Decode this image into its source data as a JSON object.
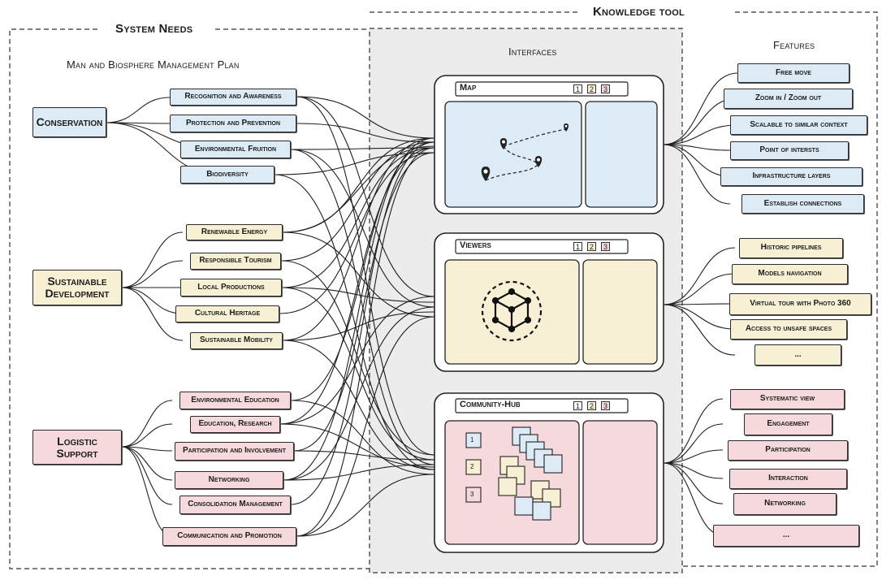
{
  "sections": {
    "system_needs": "System Needs",
    "knowledge_tool": "Knowledge tool",
    "management_plan": "Man and Biosphere Management Plan",
    "interfaces": "Interfaces",
    "features": "Features"
  },
  "groups": {
    "conservation": "Conservation",
    "sustainable": "Sustainable Development",
    "logistic": "Logistic Support"
  },
  "needs": {
    "conservation": [
      "Recognition and Awareness",
      "Protection and Prevention",
      "Environmental Fruition",
      "Biodiversity"
    ],
    "sustainable": [
      "Renewable Energy",
      "Responsible Tourism",
      "Local Productions",
      "Cultural Heritage",
      "Sustainable Mobility"
    ],
    "logistic": [
      "Environmental Education",
      "Education, Research",
      "Participation and Involvement",
      "Networking",
      "Consolidation Management",
      "Communication and Promotion"
    ]
  },
  "interfaces": [
    {
      "title": "Map",
      "tabs": [
        "1",
        "2",
        "3"
      ]
    },
    {
      "title": "Viewers",
      "tabs": [
        "1",
        "2",
        "3"
      ]
    },
    {
      "title": "Community-Hub",
      "tabs": [
        "1",
        "2",
        "3"
      ]
    }
  ],
  "hub_notes": [
    "1",
    "2",
    "3"
  ],
  "features": {
    "map": [
      "Free move",
      "Zoom in / Zoom out",
      "Scalable to similar context",
      "Point of intersts",
      "Infrastructure layers",
      "Establish connections"
    ],
    "viewers": [
      "Historic pipelines",
      "Models navigation",
      "Virtual tour with Photo 360",
      "Access to unsafe spaces",
      "..."
    ],
    "hub": [
      "Systematic view",
      "Engagement",
      "Participation",
      "Interaction",
      "Networking",
      "..."
    ]
  },
  "colors": {
    "conservation": "#dcebf5",
    "sustainable": "#f7f0d4",
    "logistic": "#f5d9dc",
    "tool_background": "#ececec",
    "ink": "#1c1c1c"
  },
  "icons": {
    "map_pin": "map-pin-icon",
    "model": "3d-model-icon",
    "sticky_note": "sticky-note-icon"
  }
}
